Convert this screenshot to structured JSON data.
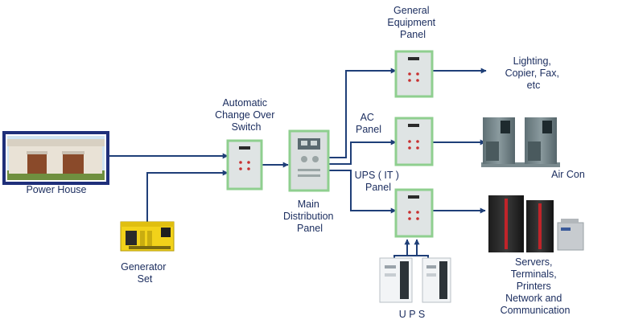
{
  "colors": {
    "arrow": "#1f3f78",
    "label": "#1a2c5e",
    "panel_border": "#8fcf8f",
    "panel_fill": "#dfe4e4",
    "power_house_frame": "#1f2f7a",
    "generator_yellow": "#f2d21a",
    "rack_red": "#c0242a"
  },
  "icons": {
    "power_house": "building-photo",
    "generator": "generator-photo",
    "panel": "electrical-panel",
    "air_con": "air-conditioner-unit",
    "ups": "ups-unit",
    "servers": "server-rack"
  },
  "labels": {
    "power_house": "Power House",
    "generator": [
      "Generator",
      "Set"
    ],
    "ats": [
      "Automatic",
      "Change Over",
      "Switch"
    ],
    "mdp": [
      "Main",
      "Distribution",
      "Panel"
    ],
    "general_panel": [
      "General",
      "Equipment",
      "Panel"
    ],
    "ac_panel": [
      "AC",
      "Panel"
    ],
    "ups_panel": [
      "UPS ( IT )",
      "Panel"
    ],
    "lighting": [
      "Lighting,",
      "Copier, Fax,",
      "etc"
    ],
    "air_con": "Air Con",
    "ups": "U P S",
    "servers": [
      "Servers,",
      "Terminals,",
      "Printers",
      "Network and",
      "Communication"
    ]
  }
}
